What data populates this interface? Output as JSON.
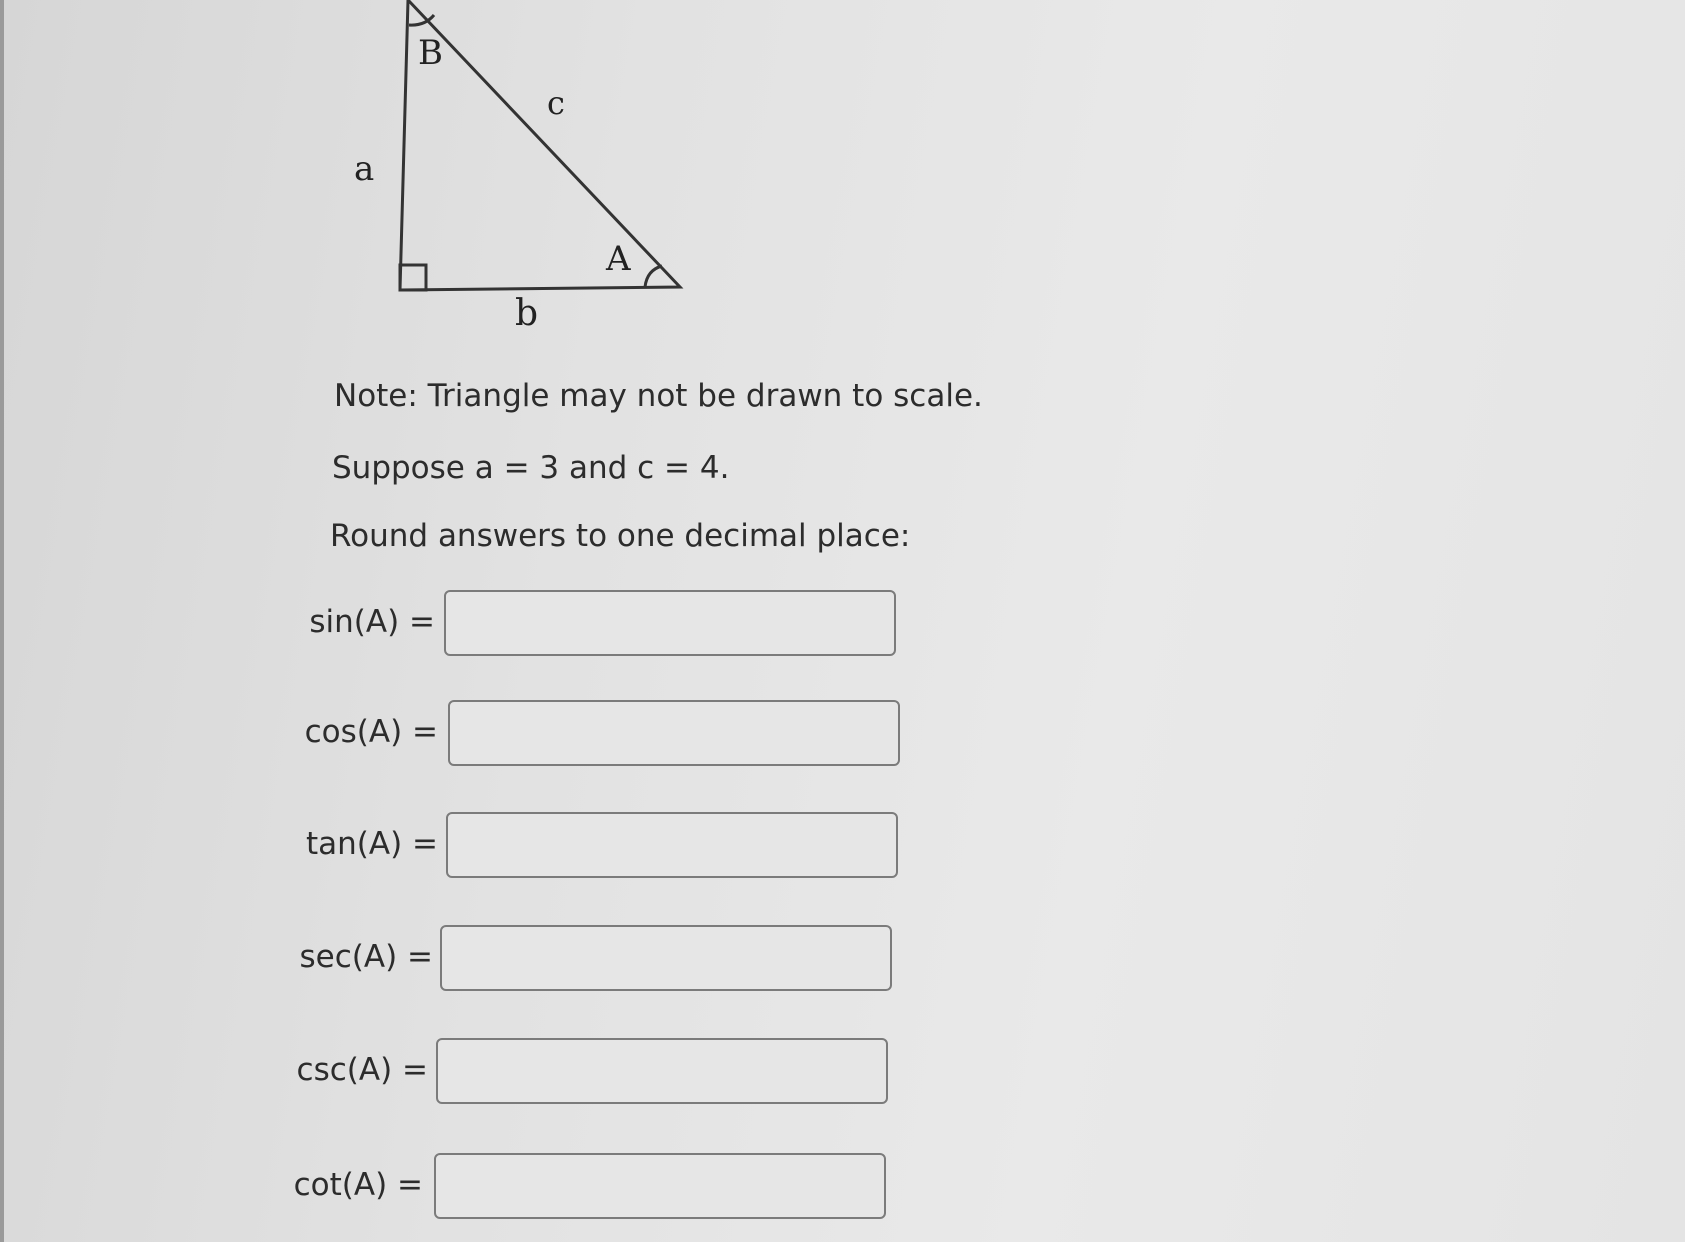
{
  "diagram": {
    "vertex_B": "B",
    "vertex_A": "A",
    "side_a": "a",
    "side_b": "b",
    "side_c": "c"
  },
  "note": "Note: Triangle may not be drawn to scale.",
  "given": "Suppose a = 3 and c = 4.",
  "instruction": "Round answers to one decimal place:",
  "answers": [
    {
      "label": "sin(A) =",
      "value": ""
    },
    {
      "label": "cos(A) =",
      "value": ""
    },
    {
      "label": "tan(A) =",
      "value": ""
    },
    {
      "label": "sec(A) =",
      "value": ""
    },
    {
      "label": "csc(A) =",
      "value": ""
    },
    {
      "label": "cot(A) =",
      "value": ""
    }
  ]
}
